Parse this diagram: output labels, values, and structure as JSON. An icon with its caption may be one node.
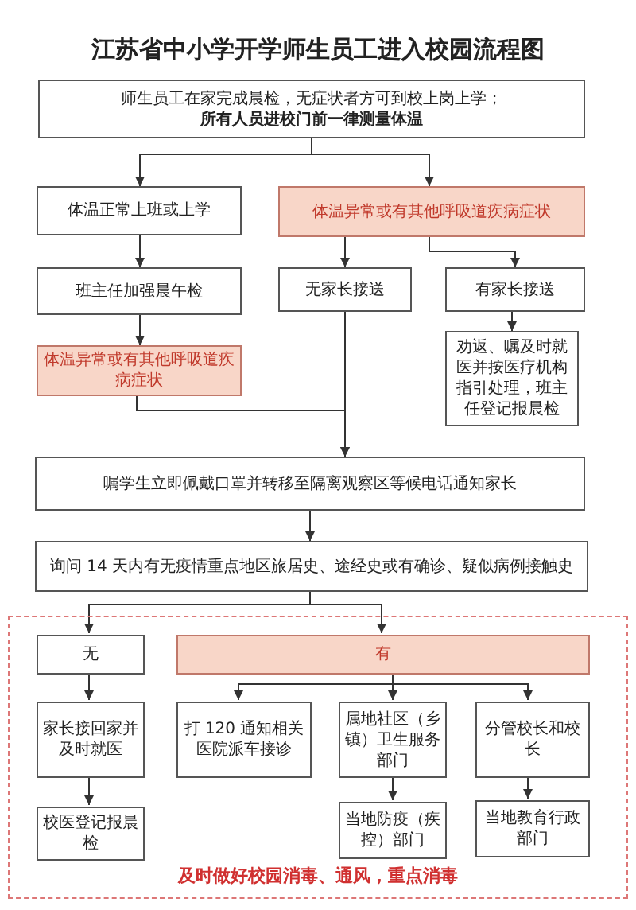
{
  "diagram": {
    "title": "江苏省中小学开学师生员工进入校园流程图",
    "nodes": [
      {
        "text": [
          "师生员工在家完成晨检，无症状者方可到校上岗上学；",
          "所有人员进校门前一律测量体温"
        ]
      },
      {
        "text": [
          "体温正常上班或上学"
        ]
      },
      {
        "text": [
          "体温异常或有其他呼吸道疾病症状"
        ]
      },
      {
        "text": [
          "班主任加强晨午检"
        ]
      },
      {
        "text": [
          "无家长接送"
        ]
      },
      {
        "text": [
          "有家长接送"
        ]
      },
      {
        "text": [
          "体温异常或有其他呼吸道疾病症状"
        ]
      },
      {
        "text": [
          "劝返、嘱及时就医并按医疗机构指引处理，班主任登记报晨检"
        ]
      },
      {
        "text": [
          "嘱学生立即佩戴口罩并转移至隔离观察区等候电话通知家长"
        ]
      },
      {
        "text": [
          "询问 14 天内有无疫情重点地区旅居史、途经史或有确诊、疑似病例接触史"
        ]
      },
      {
        "text": [
          "及时做好校园消毒、通风，重点消毒"
        ]
      },
      {
        "text": [
          "无"
        ],
        "in": 10
      },
      {
        "text": [
          "有"
        ],
        "in": 10
      },
      {
        "text": [
          "家长接回家并及时就医"
        ],
        "in": 10
      },
      {
        "text": [
          "打 120 通知相关医院派车接诊"
        ],
        "in": 10
      },
      {
        "text": [
          "属地社区（乡镇）卫生服务部门"
        ],
        "in": 10
      },
      {
        "text": [
          "分管校长和校长"
        ],
        "in": 10
      },
      {
        "text": [
          "校医登记报晨检"
        ],
        "in": 10
      },
      {
        "text": [
          "当地防疫（疾控）部门"
        ],
        "in": 10
      },
      {
        "text": [
          "当地教育行政部门"
        ],
        "in": 10
      }
    ],
    "edges": [
      {
        "from": 0,
        "to": 1,
        "arrow": "to"
      },
      {
        "from": 0,
        "to": 2,
        "arrow": "to"
      },
      {
        "from": 1,
        "to": 3,
        "arrow": "to"
      },
      {
        "from": 2,
        "to": 4,
        "arrow": "to"
      },
      {
        "from": 2,
        "to": 5,
        "arrow": "to"
      },
      {
        "from": 3,
        "to": 6,
        "arrow": "to"
      },
      {
        "from": 5,
        "to": 7,
        "arrow": "to"
      },
      {
        "from": 6,
        "to": 8,
        "arrow": "to"
      },
      {
        "from": 4,
        "to": 8,
        "arrow": "to"
      },
      {
        "from": 8,
        "to": 9,
        "arrow": "to"
      },
      {
        "from": 9,
        "to": 11,
        "arrow": "to"
      },
      {
        "from": 9,
        "to": 12,
        "arrow": "to"
      },
      {
        "from": 11,
        "to": 13,
        "arrow": "to"
      },
      {
        "from": 13,
        "to": 17,
        "arrow": "to"
      },
      {
        "from": 12,
        "to": 14,
        "arrow": "to"
      },
      {
        "from": 12,
        "to": 15,
        "arrow": "to"
      },
      {
        "from": 12,
        "to": 16,
        "arrow": "to"
      },
      {
        "from": 15,
        "to": 18,
        "arrow": "to"
      },
      {
        "from": 16,
        "to": 19,
        "arrow": "to"
      }
    ]
  }
}
